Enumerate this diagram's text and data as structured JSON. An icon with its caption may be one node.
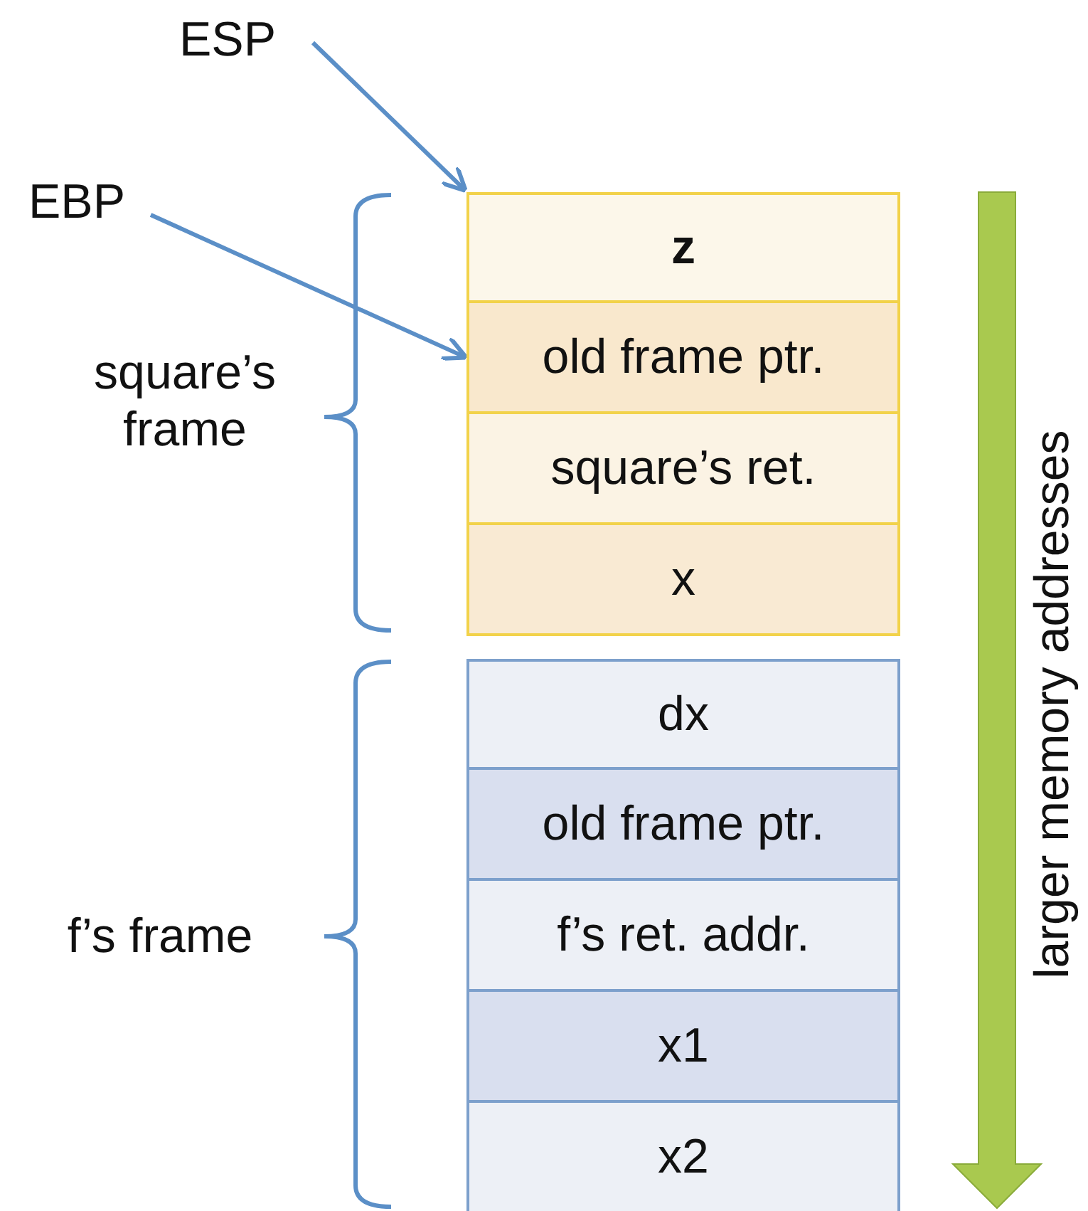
{
  "diagram": {
    "nodes": [
      {
        "text": [
          "ESP"
        ]
      },
      {
        "text": [
          "EBP"
        ]
      },
      {
        "text": [
          "z"
        ]
      },
      {
        "text": [
          "old frame ptr."
        ]
      },
      {
        "text": [
          "square’s ret."
        ]
      },
      {
        "text": [
          "x"
        ]
      },
      {
        "text": [
          "dx"
        ]
      },
      {
        "text": [
          "old frame ptr."
        ]
      },
      {
        "text": [
          "f’s ret. addr."
        ]
      },
      {
        "text": [
          "x1"
        ]
      },
      {
        "text": [
          "x2"
        ]
      }
    ],
    "edges": [
      {
        "from": 0,
        "to": 2,
        "arrow": "to"
      },
      {
        "from": 1,
        "to": 3,
        "arrow": "to"
      }
    ],
    "labels": [
      "square’s frame",
      "f’s frame",
      "larger memory addresses"
    ]
  }
}
